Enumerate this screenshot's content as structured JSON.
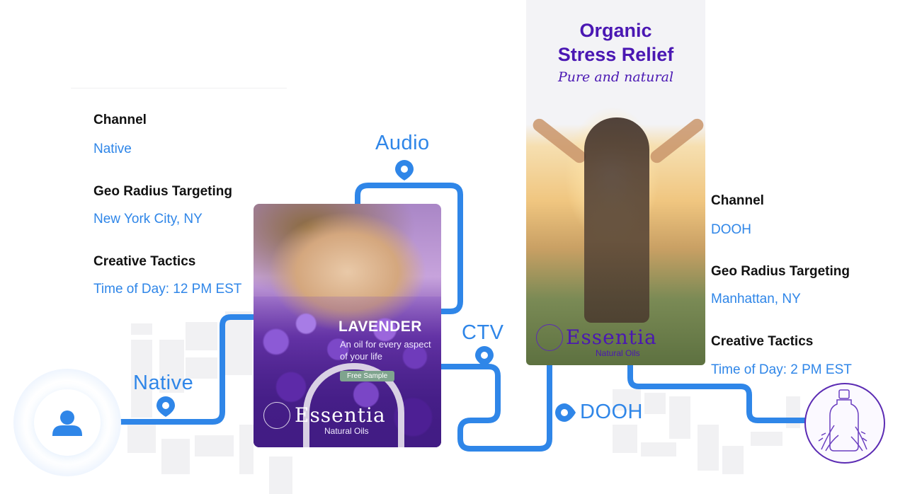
{
  "left_panel": {
    "channel_label": "Channel",
    "channel_value": "Native",
    "geo_label": "Geo Radius Targeting",
    "geo_value": "New York City, NY",
    "tactics_label": "Creative Tactics",
    "tactics_value": "Time of Day: 12 PM EST"
  },
  "right_panel": {
    "channel_label": "Channel",
    "channel_value": "DOOH",
    "geo_label": "Geo Radius Targeting",
    "geo_value": "Manhattan, NY",
    "tactics_label": "Creative Tactics",
    "tactics_value": "Time of Day: 2 PM EST"
  },
  "route_labels": {
    "audio": "Audio",
    "native": "Native",
    "ctv": "CTV",
    "dooh": "DOOH"
  },
  "native_ad": {
    "title": "LAVENDER",
    "subtitle": "An oil for every aspect of your life",
    "button": "Free Sample",
    "brand": "Essentia",
    "brand_tagline": "Natural Oils"
  },
  "dooh_ad": {
    "headline_line1": "Organic",
    "headline_line2": "Stress Relief",
    "subhead": "Pure and natural",
    "brand": "Essentia",
    "brand_tagline": "Natural Oils"
  },
  "colors": {
    "route_blue": "#2f86e8",
    "brand_purple": "#4a17b3",
    "map_block": "#f1f1f3"
  },
  "icons": [
    "user-icon",
    "location-pin-icon",
    "lavender-bottle-icon",
    "essentia-logo-icon"
  ]
}
